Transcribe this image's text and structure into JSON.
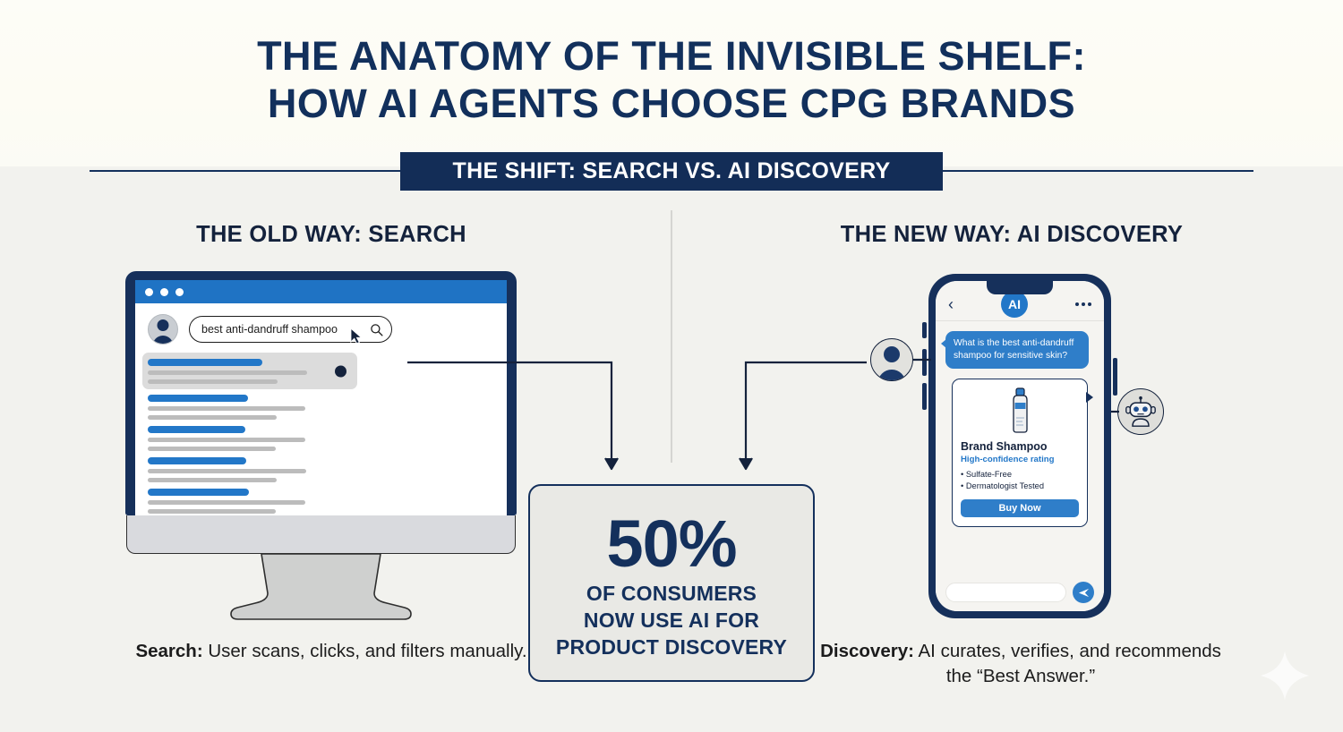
{
  "theme": {
    "navy": "#14305c",
    "dark_navy": "#16305b",
    "blue": "#2277c8",
    "light_blue": "#2f7ec9",
    "bg": "#f2f2ee",
    "band": "#fdfdf7",
    "stat_bg": "#e9e9e5",
    "gray_bar": "#bcbcbc"
  },
  "header": {
    "title_line1": "THE ANATOMY OF THE INVISIBLE SHELF:",
    "title_line2": "HOW AI AGENTS CHOOSE CPG BRANDS",
    "banner": "THE SHIFT: SEARCH VS. AI DISCOVERY"
  },
  "left_column": {
    "heading": "THE OLD WAY: SEARCH",
    "browser": {
      "search_value": "best anti-dandruff shampoo",
      "search_placeholder": "Search",
      "window_dots": 3,
      "search_icon": "magnifier-icon",
      "cursor_icon": "mouse-cursor-icon",
      "avatar_icon": "user-avatar-icon",
      "result_count": 5,
      "highlighted_result_index": 0
    },
    "caption_bold": "Search:",
    "caption_rest": " User scans, clicks, and filters manually."
  },
  "right_column": {
    "heading": "THE NEW WAY: AI DISCOVERY",
    "phone": {
      "back_icon": "chevron-left-icon",
      "app_badge": "AI",
      "menu_icon": "more-dots-icon",
      "user_message": "What is the best anti-dandruff shampoo for sensitive skin?",
      "product_card": {
        "image_icon": "shampoo-bottle-icon",
        "name": "Brand Shampoo",
        "rating": "High-confidence rating",
        "features": [
          "Sulfate-Free",
          "Dermatologist Tested"
        ],
        "cta": "Buy Now"
      },
      "input_value": "",
      "input_placeholder": "",
      "send_icon": "send-icon"
    },
    "user_avatar_icon": "user-avatar-icon",
    "robot_avatar_icon": "robot-icon",
    "caption_bold": "Discovery:",
    "caption_rest": " AI curates, verifies, and recommends the “Best Answer.”"
  },
  "stat": {
    "value": "50%",
    "line1": "OF CONSUMERS",
    "line2": "NOW USE AI FOR",
    "line3": "PRODUCT DISCOVERY"
  },
  "decor": {
    "sparkle_icon": "sparkle-icon"
  },
  "chart_data": {
    "type": "bar",
    "title": "Share of consumers using AI for product discovery",
    "categories": [
      "Now use AI for product discovery"
    ],
    "values": [
      50
    ],
    "ylabel": "% of consumers",
    "ylim": [
      0,
      100
    ]
  }
}
